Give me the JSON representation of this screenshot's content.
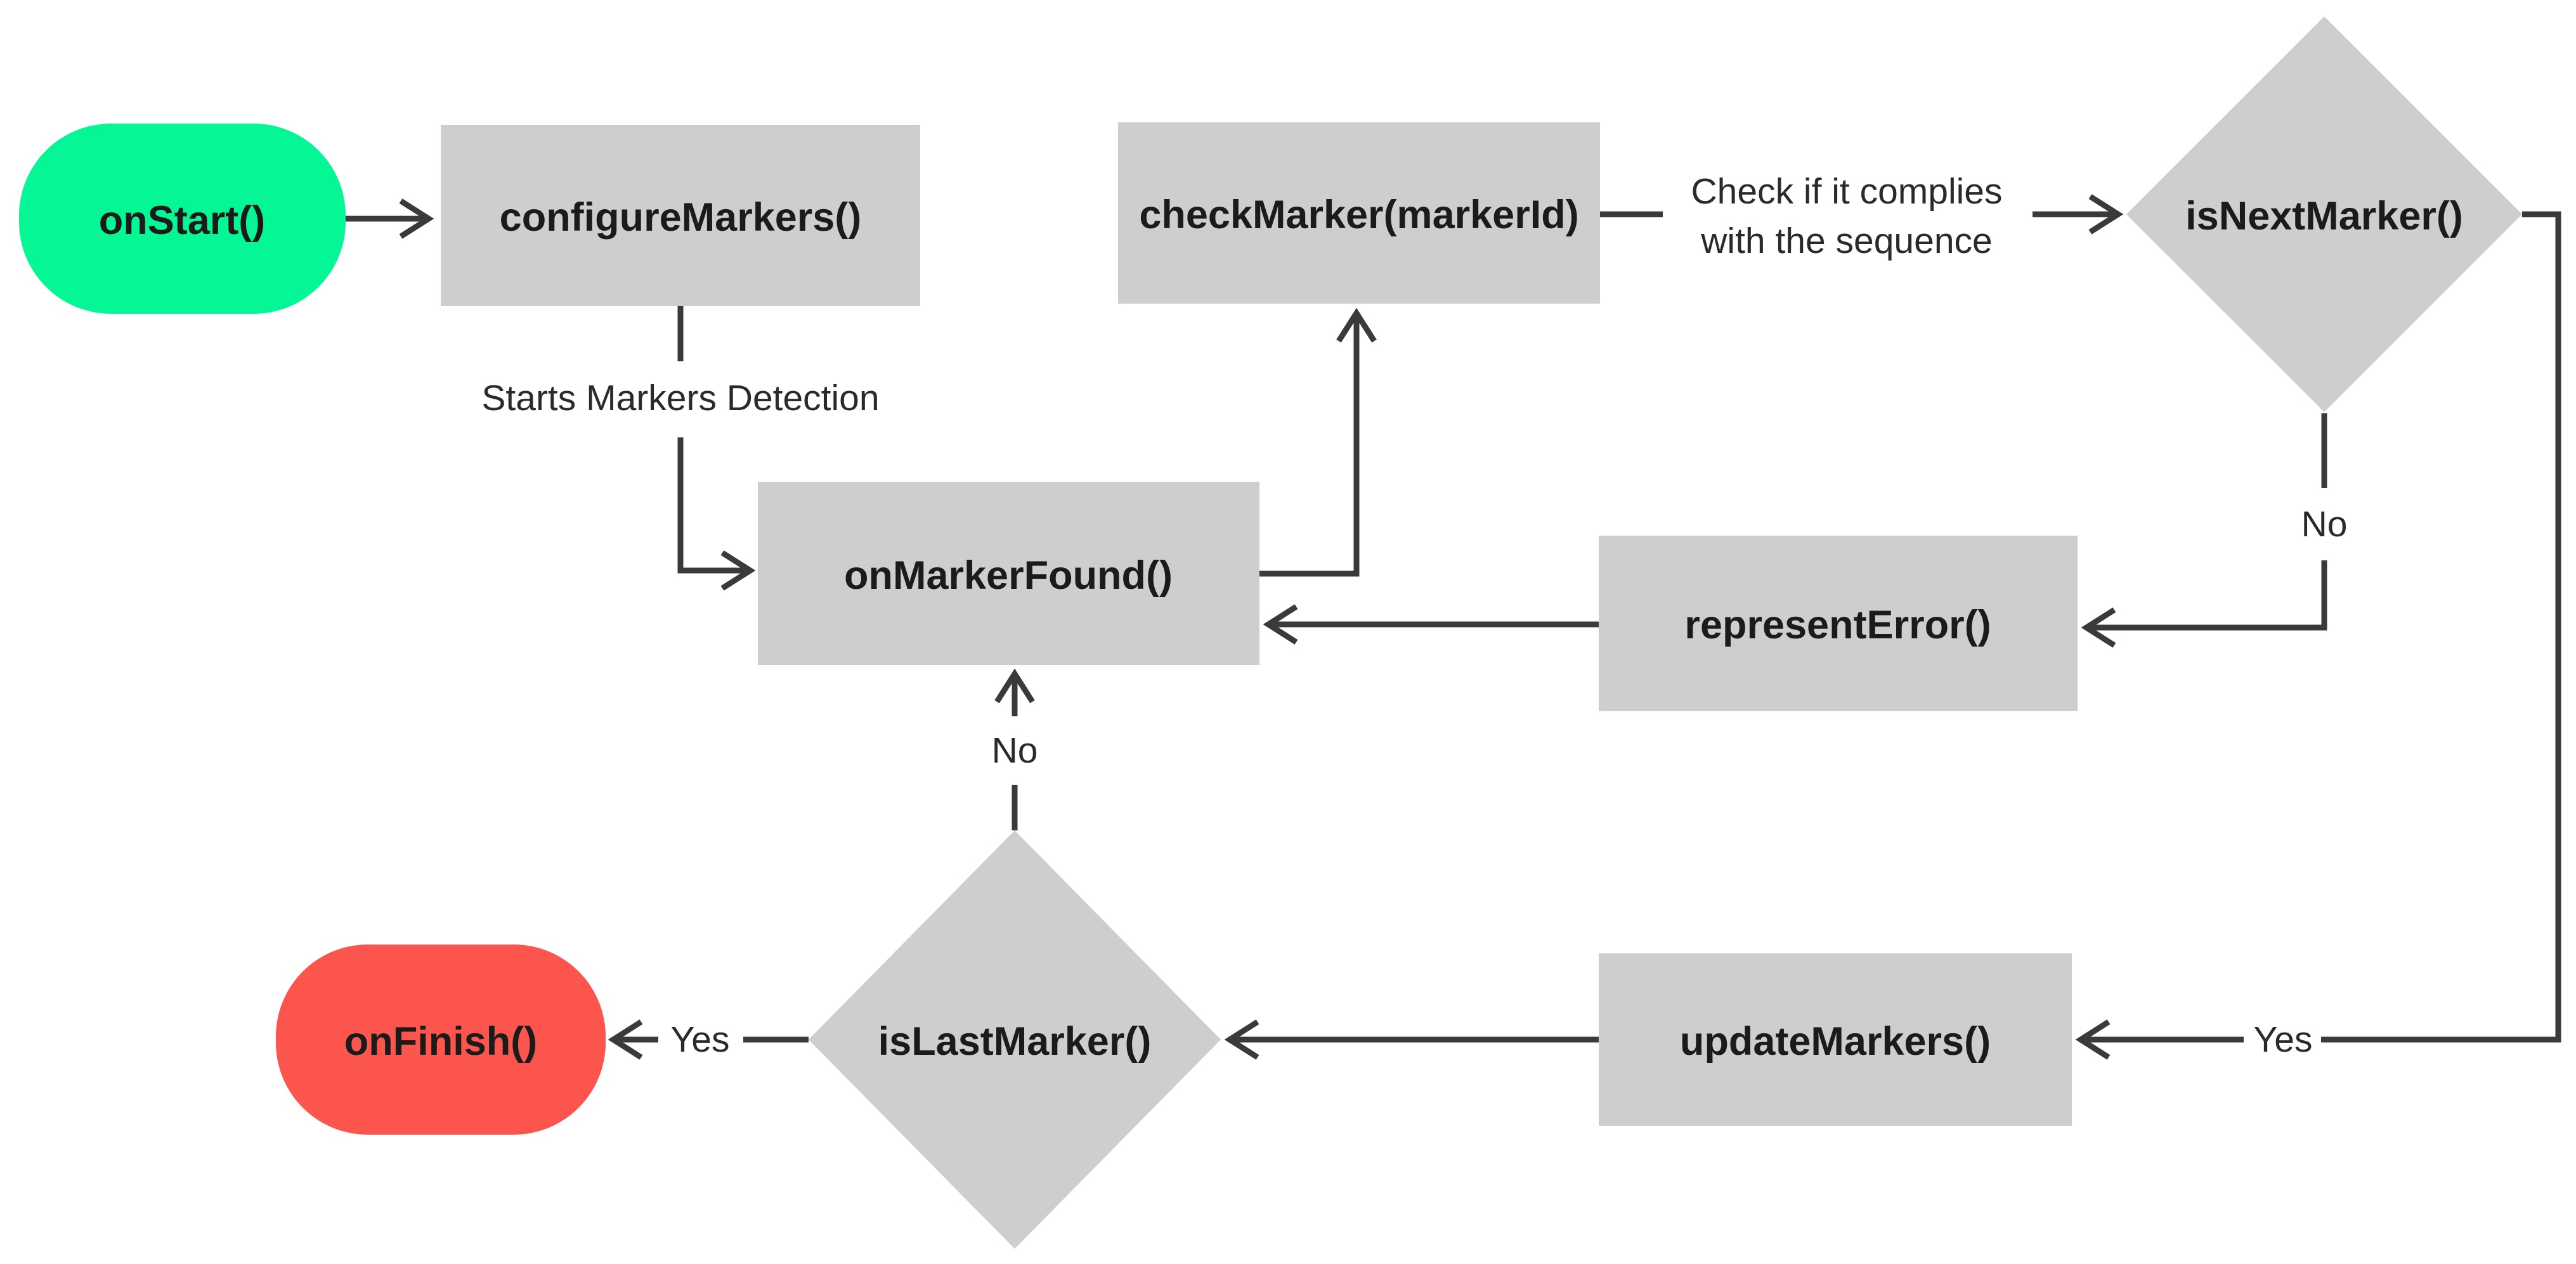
{
  "diagram": {
    "colors": {
      "background": "#ffffff",
      "line": "#3a3a3a",
      "process_fill": "#cecece",
      "start_fill": "#05f795",
      "finish_fill": "#fb554d",
      "text": "#1b1b1b"
    },
    "nodes": {
      "on_start": {
        "label": "onStart()",
        "type": "start-terminator"
      },
      "configure_markers": {
        "label": "configureMarkers()",
        "type": "process"
      },
      "check_marker": {
        "label": "checkMarker(markerId)",
        "type": "process"
      },
      "is_next_marker": {
        "label": "isNextMarker()",
        "type": "decision"
      },
      "on_marker_found": {
        "label": "onMarkerFound()",
        "type": "process"
      },
      "represent_error": {
        "label": "representError()",
        "type": "process"
      },
      "is_last_marker": {
        "label": "isLastMarker()",
        "type": "decision"
      },
      "update_markers": {
        "label": "updateMarkers()",
        "type": "process"
      },
      "on_finish": {
        "label": "onFinish()",
        "type": "end-terminator"
      }
    },
    "edge_labels": {
      "starts_markers_detection": "Starts Markers Detection",
      "check_complies_line1": "Check if it complies",
      "check_complies_line2": "with the sequence",
      "is_next_no": "No",
      "is_next_yes": "Yes",
      "is_last_no": "No",
      "is_last_yes": "Yes"
    }
  }
}
